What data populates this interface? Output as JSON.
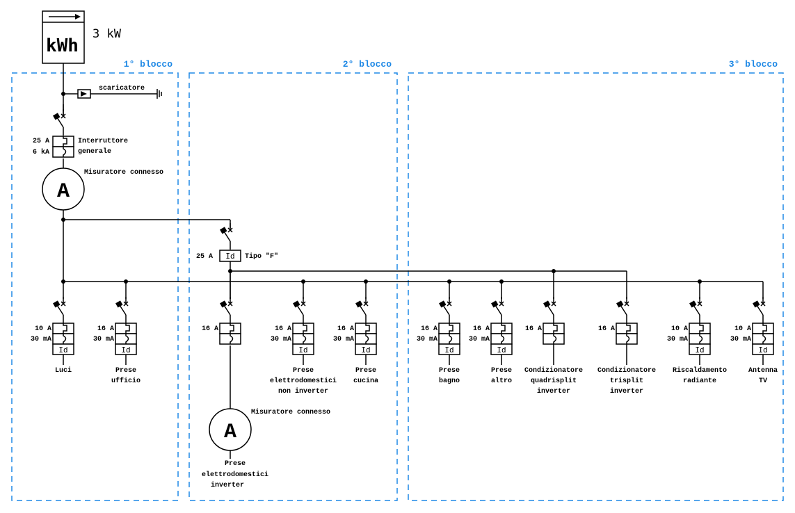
{
  "meter": {
    "unit": "kWh",
    "power": "3 kW"
  },
  "blocks": [
    {
      "label": "1° blocco"
    },
    {
      "label": "2° blocco"
    },
    {
      "label": "3° blocco"
    }
  ],
  "surge_protector": {
    "label": "scaricatore"
  },
  "main_breaker": {
    "rating": "25 A",
    "breaking": "6 kA",
    "name_line1": "Interruttore",
    "name_line2": "generale"
  },
  "main_meter": {
    "symbol": "A",
    "label": "Misuratore connesso"
  },
  "rcd_main": {
    "rating": "25 A",
    "symbol": "Id",
    "type": "Tipo \"F\""
  },
  "circuits": [
    {
      "rating": "10 A",
      "sensitivity": "30 mA",
      "rcd": true,
      "label": [
        "Luci"
      ]
    },
    {
      "rating": "16 A",
      "sensitivity": "30 mA",
      "rcd": true,
      "label": [
        "Prese",
        "ufficio"
      ]
    },
    {
      "rating": "16 A",
      "sensitivity": "",
      "rcd": false,
      "label": []
    },
    {
      "rating": "16 A",
      "sensitivity": "30 mA",
      "rcd": true,
      "label": [
        "Prese",
        "elettrodomestici",
        "non inverter"
      ]
    },
    {
      "rating": "16 A",
      "sensitivity": "30 mA",
      "rcd": true,
      "label": [
        "Prese",
        "cucina"
      ]
    },
    {
      "rating": "16 A",
      "sensitivity": "30 mA",
      "rcd": true,
      "label": [
        "Prese",
        "bagno"
      ]
    },
    {
      "rating": "16 A",
      "sensitivity": "30 mA",
      "rcd": true,
      "label": [
        "Prese",
        "altro"
      ]
    },
    {
      "rating": "16 A",
      "sensitivity": "",
      "rcd": false,
      "label": [
        "Condizionatore",
        "quadrisplit",
        "inverter"
      ]
    },
    {
      "rating": "16 A",
      "sensitivity": "",
      "rcd": false,
      "label": [
        "Condizionatore",
        "trisplit",
        "inverter"
      ]
    },
    {
      "rating": "10 A",
      "sensitivity": "30 mA",
      "rcd": true,
      "label": [
        "Riscaldamento",
        "radiante"
      ]
    },
    {
      "rating": "10 A",
      "sensitivity": "30 mA",
      "rcd": true,
      "label": [
        "Antenna",
        "TV"
      ]
    }
  ],
  "sub_meter": {
    "symbol": "A",
    "label": "Misuratore connesso",
    "load": [
      "Prese",
      "elettrodomestici",
      "inverter"
    ]
  },
  "rcd_symbol": "Id"
}
